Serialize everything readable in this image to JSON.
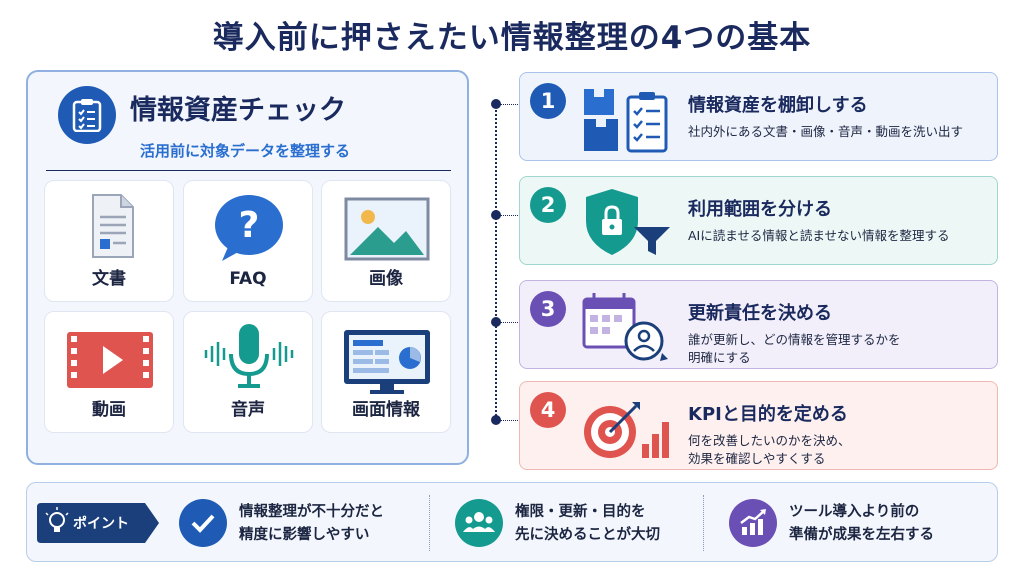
{
  "title": "導入前に押さえたい情報整理の4つの基本",
  "left_panel": {
    "icon": "clipboard-check-icon",
    "title": "情報資産チェック",
    "subtitle": "活用前に対象データを整理する",
    "tiles": [
      {
        "label": "文書",
        "icon": "document-icon"
      },
      {
        "label": "FAQ",
        "icon": "question-bubble-icon"
      },
      {
        "label": "画像",
        "icon": "image-icon"
      },
      {
        "label": "動画",
        "icon": "video-icon"
      },
      {
        "label": "音声",
        "icon": "microphone-icon"
      },
      {
        "label": "画面情報",
        "icon": "monitor-dashboard-icon"
      }
    ]
  },
  "steps": [
    {
      "num": "1",
      "title": "情報資産を棚卸しする",
      "desc": [
        "社内外にある文書・画像・音声・動画を洗い出す"
      ],
      "icon": "boxes-checklist-icon",
      "color": "#1f5bb5"
    },
    {
      "num": "2",
      "title": "利用範囲を分ける",
      "desc": [
        "AIに読ませる情報と読ませない情報を整理する"
      ],
      "icon": "shield-lock-filter-icon",
      "color": "#159a8f"
    },
    {
      "num": "3",
      "title": "更新責任を決める",
      "desc": [
        "誰が更新し、どの情報を管理するかを",
        "明確にする"
      ],
      "icon": "calendar-person-icon",
      "color": "#6a4fb4"
    },
    {
      "num": "4",
      "title": "KPIと目的を定める",
      "desc": [
        "何を改善したいのかを決め、",
        "効果を確認しやすくする"
      ],
      "icon": "target-chart-icon",
      "color": "#e0544f"
    }
  ],
  "bottom": {
    "point_label": "ポイント",
    "items": [
      {
        "lines": [
          "情報整理が不十分だと",
          "精度に影響しやすい"
        ],
        "icon": "check-circle-icon",
        "color": "#1f5bb5"
      },
      {
        "lines": [
          "権限・更新・目的を",
          "先に決めることが大切"
        ],
        "icon": "team-icon",
        "color": "#159a8f"
      },
      {
        "lines": [
          "ツール導入より前の",
          "準備が成果を左右する"
        ],
        "icon": "growth-chart-icon",
        "color": "#6a4fb4"
      }
    ]
  }
}
